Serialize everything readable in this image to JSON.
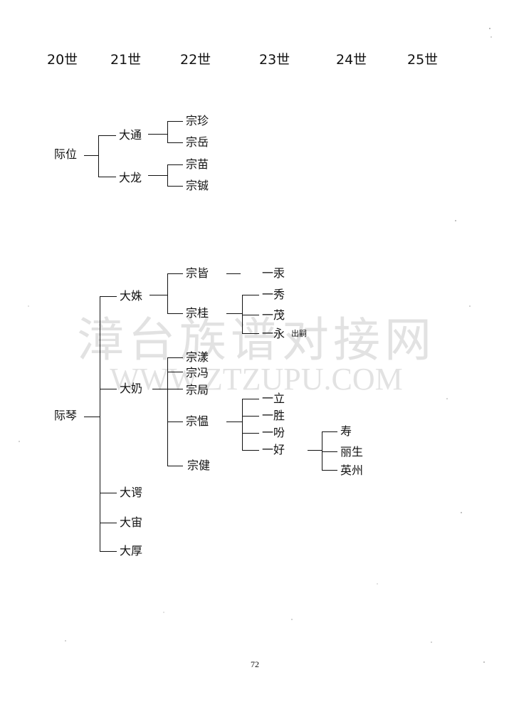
{
  "generations": [
    "20世",
    "21世",
    "22世",
    "23世",
    "24世",
    "25世"
  ],
  "tree1": {
    "root": "际位",
    "children": [
      {
        "name": "大通",
        "children": [
          "宗珍",
          "宗岳"
        ]
      },
      {
        "name": "大龙",
        "children": [
          "宗苗",
          "宗铖"
        ]
      }
    ]
  },
  "tree2": {
    "root": "际琴",
    "children": [
      {
        "name": "大姝",
        "children": [
          {
            "name": "宗皆",
            "children": [
              "一汞"
            ]
          },
          {
            "name": "宗桂",
            "children": [
              "一秀",
              "一茂",
              "一永"
            ]
          }
        ]
      },
      {
        "name": "大奶",
        "children": [
          {
            "name": "宗漾"
          },
          {
            "name": "宗冯"
          },
          {
            "name": "宗局"
          },
          {
            "name": "宗愠",
            "children": [
              "一立",
              "一胜",
              "一吩",
              "一好"
            ]
          },
          {
            "name": "宗健"
          }
        ]
      },
      {
        "name": "大谔"
      },
      {
        "name": "大宙"
      },
      {
        "name": "大厚"
      }
    ]
  },
  "notes": {
    "yiyong": "出嗣"
  },
  "yihao_children": [
    "寿",
    "丽生",
    "英州"
  ],
  "watermark": {
    "line1": "漳台族谱对接网",
    "line2": "WWW.ZTZUPU.COM"
  },
  "page_number": "72"
}
